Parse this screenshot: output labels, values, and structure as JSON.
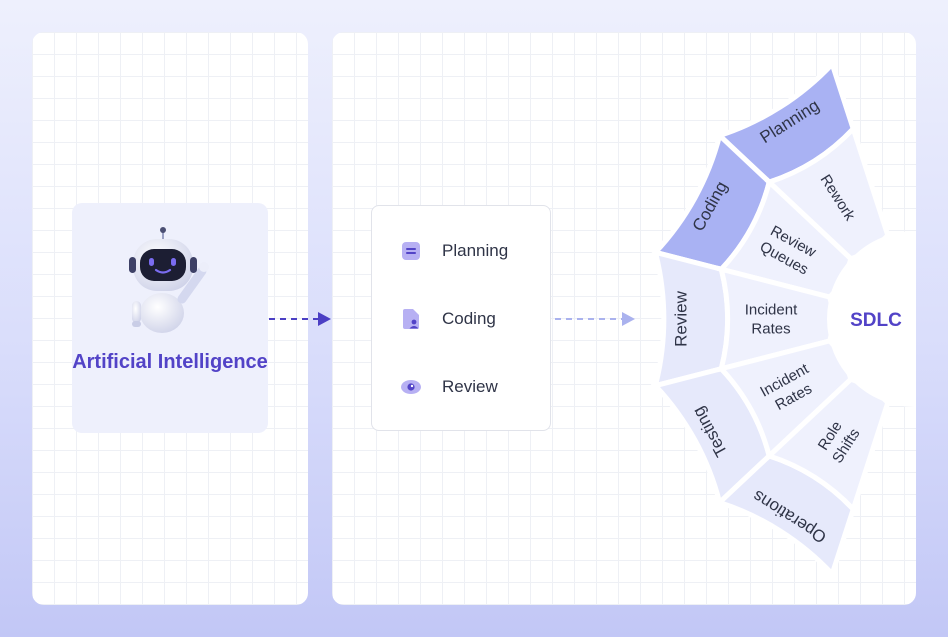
{
  "ai_card": {
    "title": "Artificial Intelligence"
  },
  "steps": [
    {
      "label": "Planning",
      "icon": "document-icon"
    },
    {
      "label": "Coding",
      "icon": "file-user-icon"
    },
    {
      "label": "Review",
      "icon": "eye-icon"
    }
  ],
  "wheel": {
    "center": "SDLC",
    "outer": [
      "Planning",
      "Coding",
      "Review",
      "Testing",
      "Operations"
    ],
    "inner": [
      "Rework",
      "Review Queues",
      "Incident Rates",
      "Incident Rates",
      "Role Shifts"
    ]
  },
  "colors": {
    "accent": "#5243c7",
    "outer_ring_active": "#a9b2f3",
    "outer_ring": "#e6e9fb",
    "inner_ring": "#eff1fd"
  }
}
